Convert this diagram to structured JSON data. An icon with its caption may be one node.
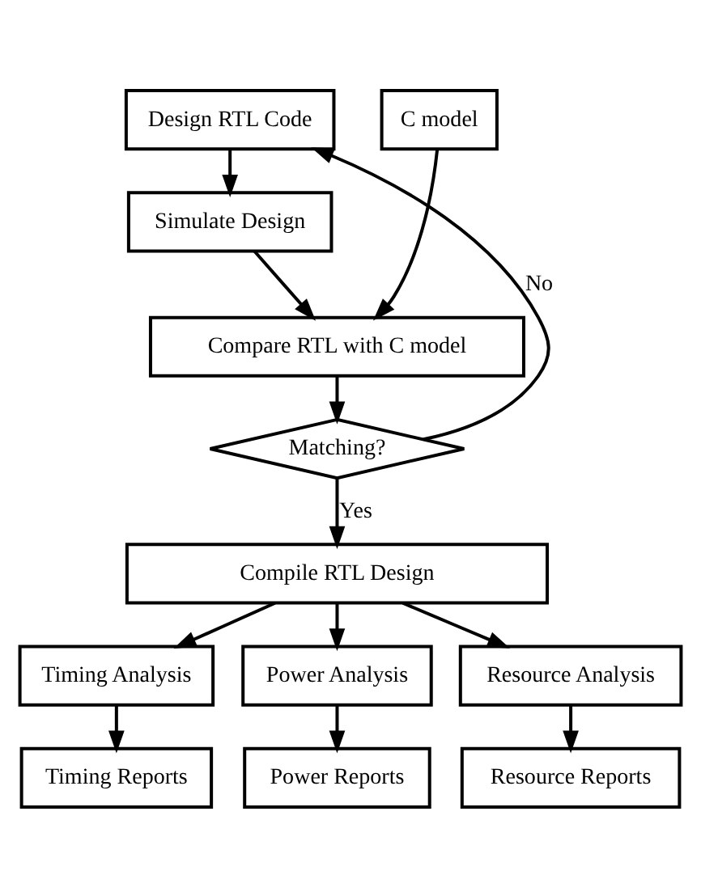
{
  "diagram": {
    "nodes": [
      {
        "text": [
          "Design RTL Code"
        ]
      },
      {
        "text": [
          "C model"
        ]
      },
      {
        "text": [
          "Simulate Design"
        ]
      },
      {
        "text": [
          "Compare RTL with C model"
        ]
      },
      {
        "text": [
          "Matching?"
        ]
      },
      {
        "text": [
          "Compile RTL Design"
        ]
      },
      {
        "text": [
          "Timing Analysis"
        ]
      },
      {
        "text": [
          "Power Analysis"
        ]
      },
      {
        "text": [
          "Resource Analysis"
        ]
      },
      {
        "text": [
          "Timing Reports"
        ]
      },
      {
        "text": [
          "Power Reports"
        ]
      },
      {
        "text": [
          "Resource Reports"
        ]
      }
    ],
    "edges": [
      {
        "from": 0,
        "to": 2,
        "arrow": "to"
      },
      {
        "from": 1,
        "to": 3,
        "arrow": "to"
      },
      {
        "from": 2,
        "to": 3,
        "arrow": "to"
      },
      {
        "from": 3,
        "to": 4,
        "arrow": "to"
      },
      {
        "from": 4,
        "to": 5,
        "label": "Yes",
        "arrow": "to"
      },
      {
        "from": 4,
        "to": 0,
        "label": "No",
        "arrow": "to"
      },
      {
        "from": 5,
        "to": 6,
        "arrow": "to"
      },
      {
        "from": 5,
        "to": 7,
        "arrow": "to"
      },
      {
        "from": 5,
        "to": 8,
        "arrow": "to"
      },
      {
        "from": 6,
        "to": 9,
        "arrow": "to"
      },
      {
        "from": 7,
        "to": 10,
        "arrow": "to"
      },
      {
        "from": 8,
        "to": 11,
        "arrow": "to"
      }
    ]
  }
}
